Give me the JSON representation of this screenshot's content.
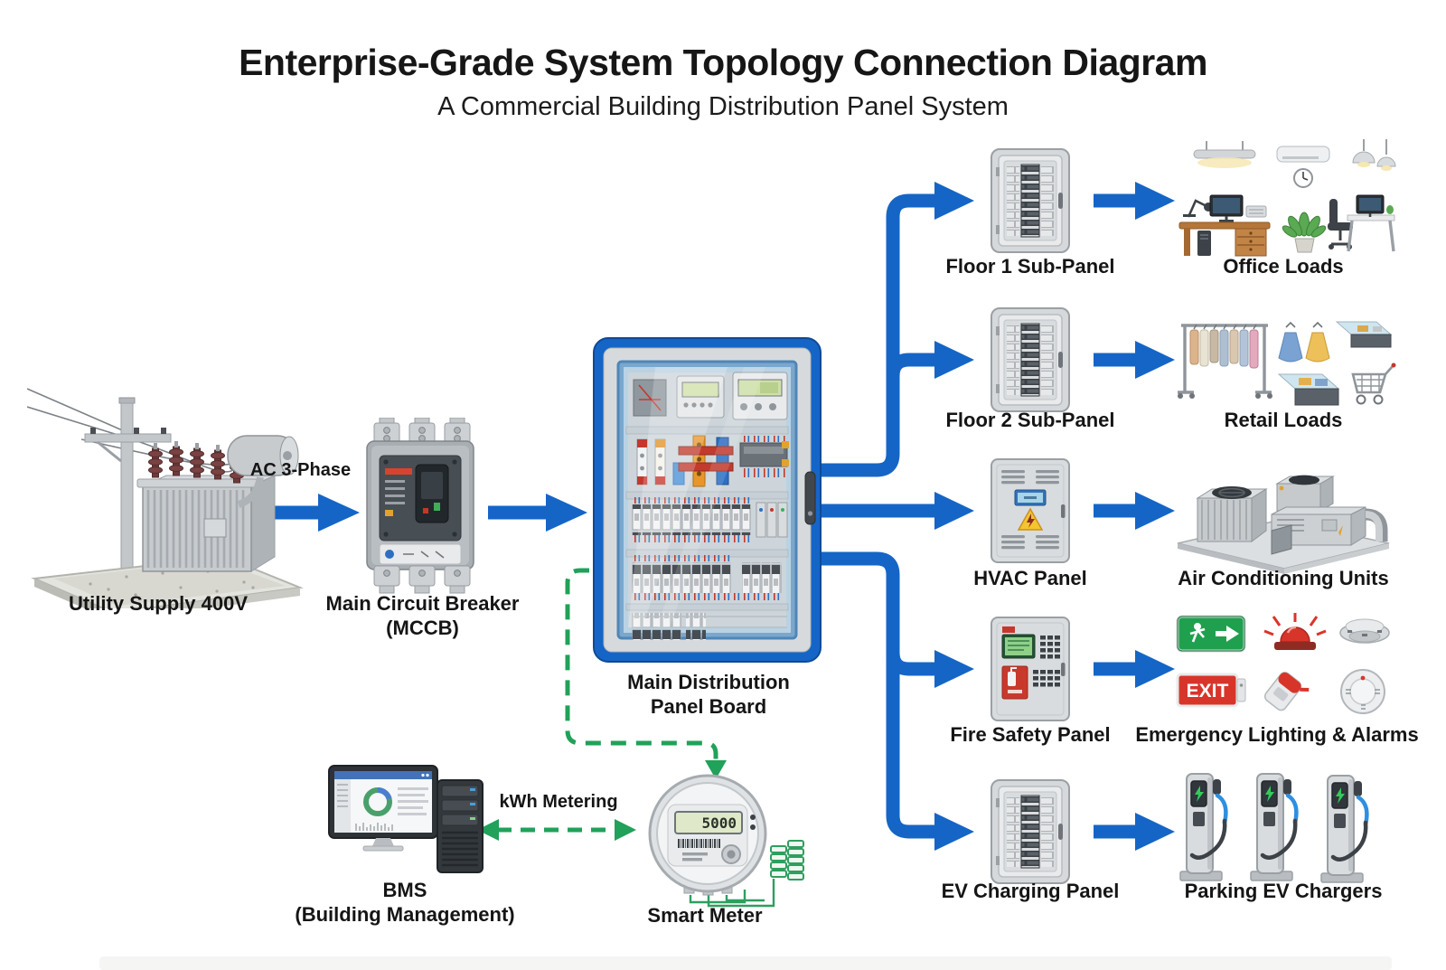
{
  "title": "Enterprise-Grade System Topology Connection Diagram",
  "subtitle": "A Commercial Building Distribution Panel System",
  "nodes": {
    "utility": {
      "label": "Utility Supply 400V"
    },
    "mccb": {
      "label1": "Main Circuit Breaker",
      "label2": "(MCCB)"
    },
    "main_panel": {
      "label1": "Main Distribution",
      "label2": "Panel Board"
    },
    "bms": {
      "label1": "BMS",
      "label2": "(Building Management)"
    },
    "smart_meter": {
      "label": "Smart Meter",
      "reading": "5000"
    }
  },
  "edges": {
    "supply_feed": "AC 3-Phase",
    "metering_link": "kWh Metering"
  },
  "branches": [
    {
      "panel": "Floor 1 Sub-Panel",
      "load": "Office Loads"
    },
    {
      "panel": "Floor 2 Sub-Panel",
      "load": "Retail Loads"
    },
    {
      "panel": "HVAC Panel",
      "load": "Air Conditioning Units"
    },
    {
      "panel": "Fire Safety Panel",
      "load": "Emergency Lighting & Alarms"
    },
    {
      "panel": "EV Charging Panel",
      "load": "Parking EV Chargers"
    }
  ],
  "icons": {
    "exit_sign_text": "EXIT"
  },
  "colors": {
    "connector_blue": "#1565c6",
    "metering_green": "#21a159",
    "panel_frame_blue": "#1565c6",
    "exit_green": "#1fa04e",
    "alarm_red": "#d8352a",
    "text": "#151515"
  }
}
